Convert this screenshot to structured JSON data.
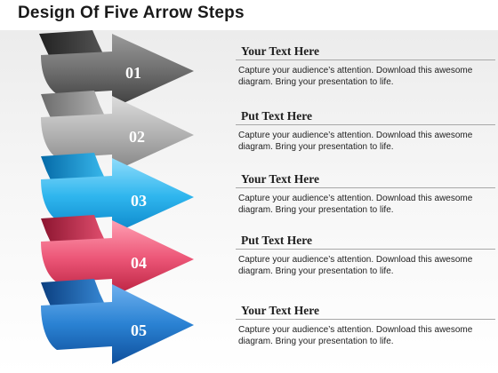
{
  "title": "Design Of Five Arrow Steps",
  "steps": [
    {
      "number": "01",
      "heading": "Your Text Here",
      "body": "Capture your audience’s attention. Download this awesome diagram. Bring your presentation to life.",
      "color": "#6e6e6e"
    },
    {
      "number": "02",
      "heading": "Put Text Here",
      "body": "Capture your audience’s attention. Download this awesome diagram. Bring your presentation to life.",
      "color": "#a7a7a7"
    },
    {
      "number": "03",
      "heading": "Your Text Here",
      "body": "Capture your audience’s attention. Download this awesome diagram. Bring your presentation to life.",
      "color": "#1aa7e6"
    },
    {
      "number": "04",
      "heading": "Put Text Here",
      "body": "Capture your audience’s attention. Download this awesome diagram. Bring your presentation to life.",
      "color": "#e84b6c"
    },
    {
      "number": "05",
      "heading": "Your Text Here",
      "body": "Capture your audience’s attention. Download this awesome diagram. Bring your presentation to life.",
      "color": "#1c6fc2"
    }
  ]
}
